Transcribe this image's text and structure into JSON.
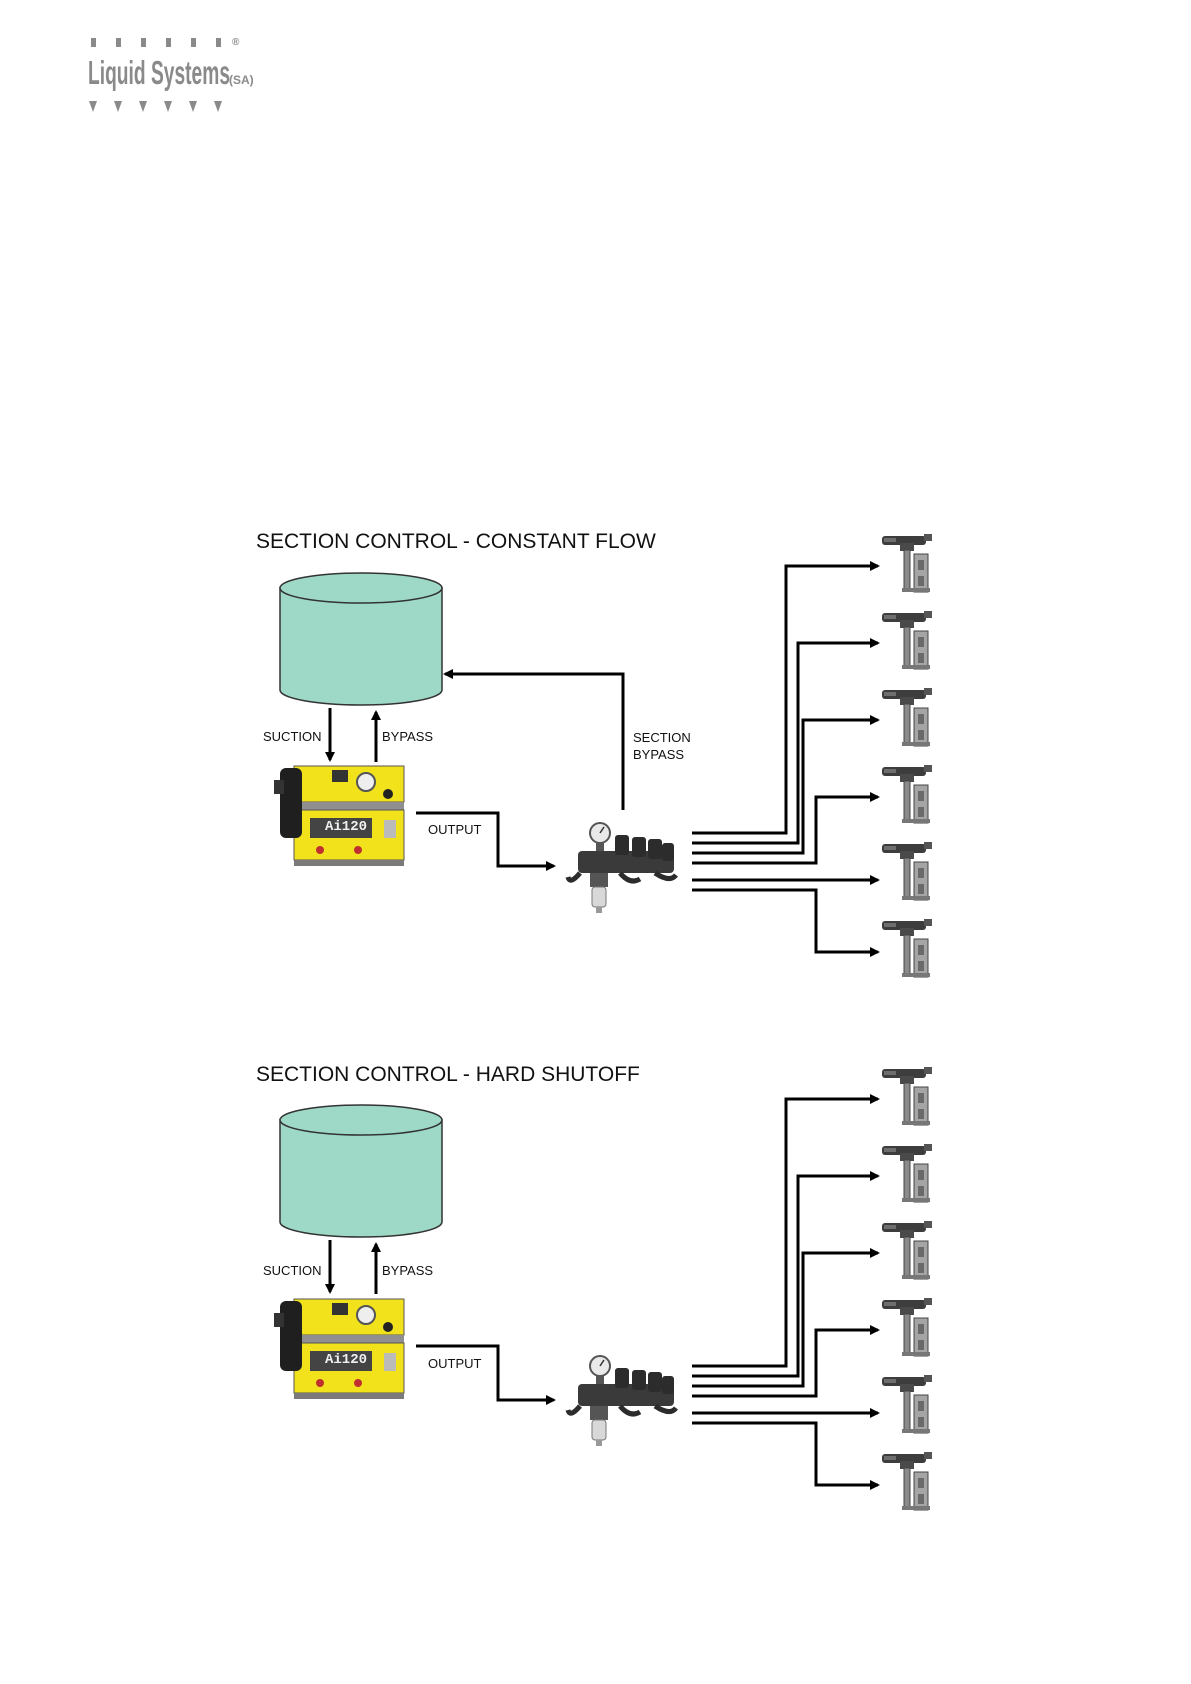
{
  "logo": {
    "name": "Liquid Systems",
    "suffix": "(SA)",
    "mark": "®"
  },
  "diagrams": [
    {
      "title": "SECTION CONTROL - CONSTANT FLOW",
      "labels": {
        "suction": "SUCTION",
        "bypass": "BYPASS",
        "output": "OUTPUT",
        "section_bypass_1": "SECTION",
        "section_bypass_2": "BYPASS"
      },
      "pump_display": "Ai120",
      "section_outputs": 6,
      "has_section_bypass": true
    },
    {
      "title": "SECTION CONTROL - HARD SHUTOFF",
      "labels": {
        "suction": "SUCTION",
        "bypass": "BYPASS",
        "output": "OUTPUT"
      },
      "pump_display": "Ai120",
      "section_outputs": 6,
      "has_section_bypass": false
    }
  ],
  "colors": {
    "tank": "#9ed9c8",
    "pump_body": "#f2e21c",
    "logo": "#8a8a8a",
    "line": "#000000"
  }
}
